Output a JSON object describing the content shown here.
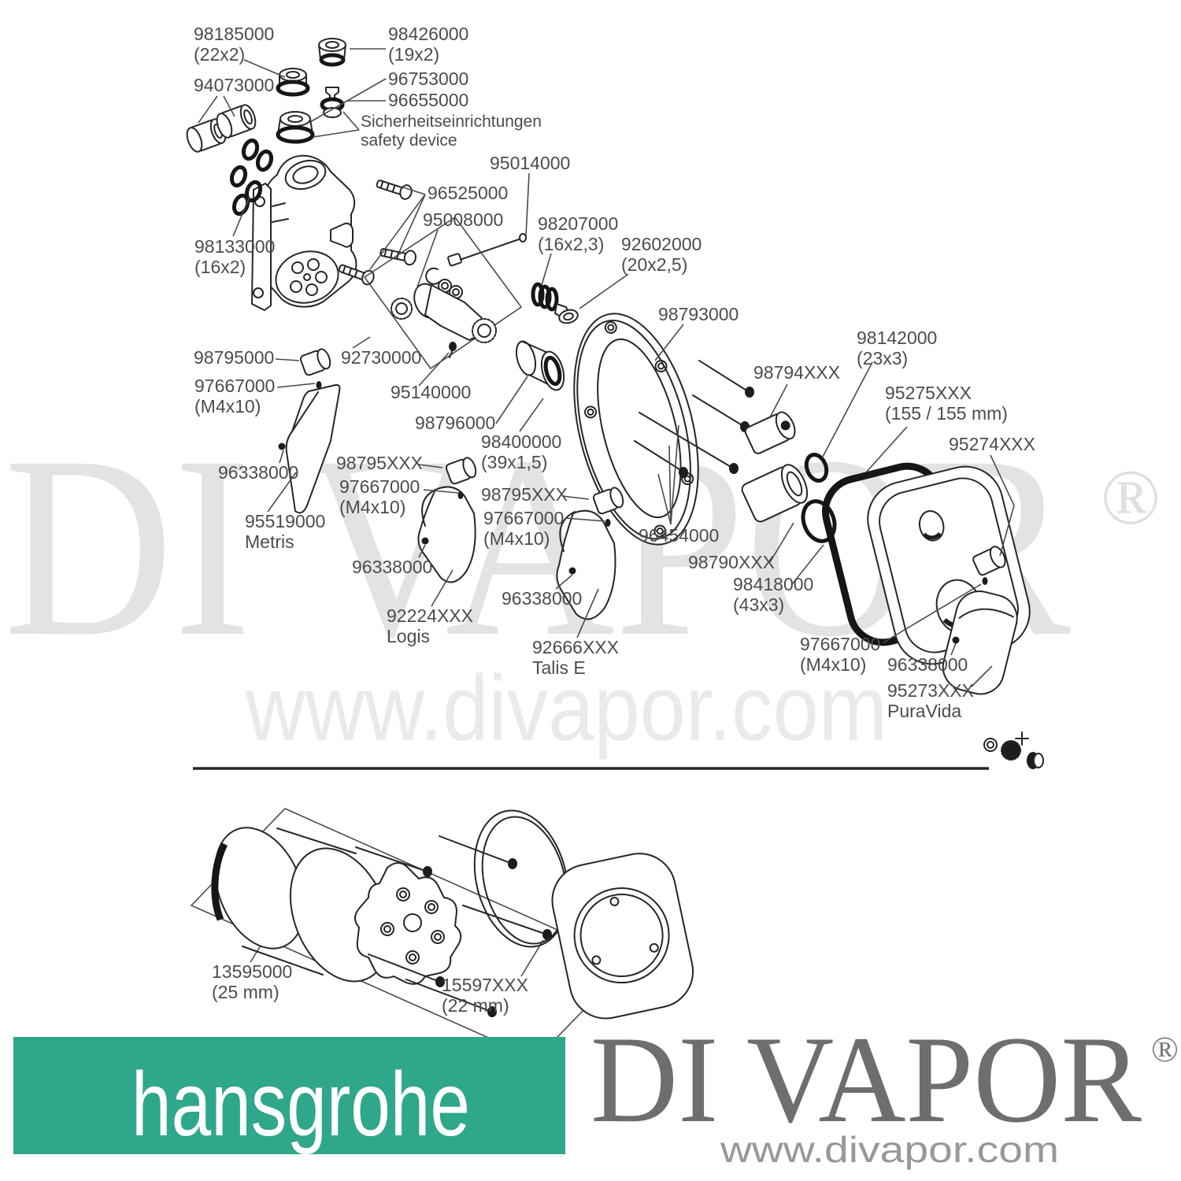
{
  "watermark": {
    "name": "DI VAPOR",
    "reg": "®",
    "url": "www.divapor.com"
  },
  "diagram": {
    "labels": [
      {
        "text": "98185000\n(22x2)"
      },
      {
        "text": "98426000\n(19x2)"
      },
      {
        "text": "94073000"
      },
      {
        "text": "96753000"
      },
      {
        "text": "96655000"
      },
      {
        "text": "Sicherheitseinrichtungen\nsafety device"
      },
      {
        "text": "95014000"
      },
      {
        "text": "96525000"
      },
      {
        "text": "95008000"
      },
      {
        "text": "98207000\n(16x2,3)"
      },
      {
        "text": "92602000\n(20x2,5)"
      },
      {
        "text": "98793000"
      },
      {
        "text": "98133000\n(16x2)"
      },
      {
        "text": "98142000\n(23x3)"
      },
      {
        "text": "98794XXX"
      },
      {
        "text": "95275XXX\n(155 / 155 mm)"
      },
      {
        "text": "95274XXX"
      },
      {
        "text": "98795000"
      },
      {
        "text": "92730000"
      },
      {
        "text": "97667000\n(M4x10)"
      },
      {
        "text": "95140000"
      },
      {
        "text": "98796000"
      },
      {
        "text": "98400000\n(39x1,5)"
      },
      {
        "text": "96338000"
      },
      {
        "text": "95519000\nMetris"
      },
      {
        "text": "98795XXX"
      },
      {
        "text": "97667000\n(M4x10)"
      },
      {
        "text": "98795XXX"
      },
      {
        "text": "97667000\n(M4x10)"
      },
      {
        "text": "96454000"
      },
      {
        "text": "98790XXX"
      },
      {
        "text": "98418000\n(43x3)"
      },
      {
        "text": "96338000"
      },
      {
        "text": "92224XXX\nLogis"
      },
      {
        "text": "96338000"
      },
      {
        "text": "92666XXX\nTalis E"
      },
      {
        "text": "97667000\n(M4x10)"
      },
      {
        "text": "96338000"
      },
      {
        "text": "95273XXX\nPuraVida"
      },
      {
        "text": "13595000\n(25 mm)"
      },
      {
        "text": "15597XXX\n(22 mm)"
      }
    ]
  },
  "footer": {
    "hansgrohe": {
      "logo_text": "hansgrohe",
      "bg_color": "#2FA78A",
      "text_color": "#ffffff"
    },
    "divapor": {
      "logo_text": "DI VAPOR",
      "reg": "®",
      "url": "www.divapor.com",
      "logo_color": "#6e6e71",
      "url_color": "#98989b"
    }
  }
}
